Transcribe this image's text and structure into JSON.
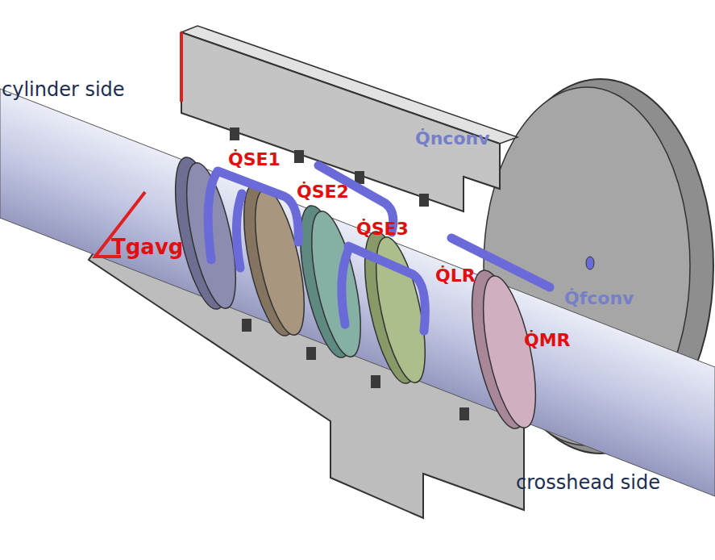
{
  "diagram": {
    "labels": [
      "cylinder side",
      "Q̇SE1",
      "Q̇nconv",
      "Q̇SE2",
      "Q̇SE3",
      "Tgavg",
      "Q̇LR",
      "Q̇fconv",
      "Q̇MR",
      "crosshead side"
    ]
  }
}
